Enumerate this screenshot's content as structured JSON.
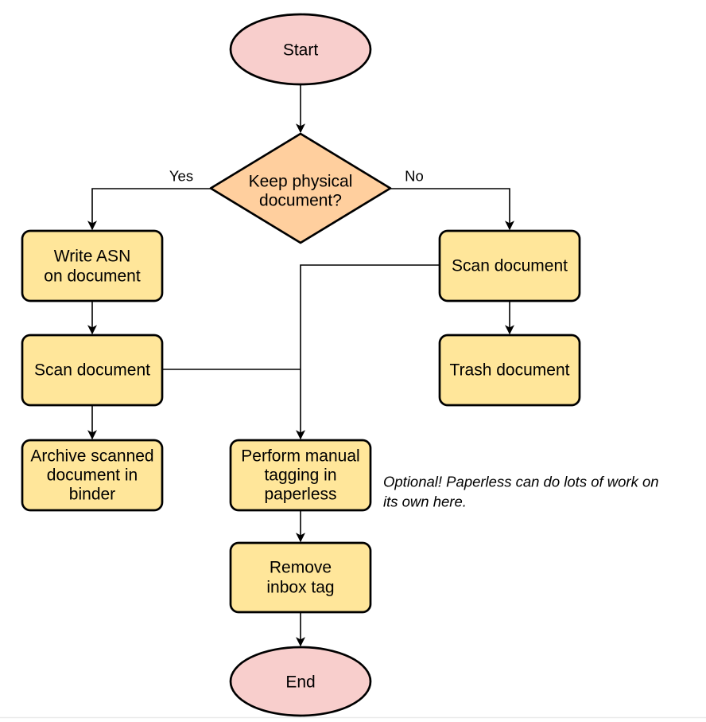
{
  "palette": {
    "terminator_fill": "#f8cecc",
    "decision_fill": "#ffcf9e",
    "process_fill": "#ffe69a",
    "stroke": "#000000",
    "divider": "#e9e9e9"
  },
  "nodes": {
    "start": {
      "type": "terminator",
      "lines": [
        "Start"
      ]
    },
    "decision": {
      "type": "decision",
      "lines": [
        "Keep physical",
        "document?"
      ]
    },
    "write_asn": {
      "type": "process",
      "lines": [
        "Write ASN",
        "on document"
      ]
    },
    "scan_left": {
      "type": "process",
      "lines": [
        "Scan document"
      ]
    },
    "archive": {
      "type": "process",
      "lines": [
        "Archive scanned",
        "document in",
        "binder"
      ]
    },
    "scan_right": {
      "type": "process",
      "lines": [
        "Scan document"
      ]
    },
    "trash": {
      "type": "process",
      "lines": [
        "Trash document"
      ]
    },
    "tagging": {
      "type": "process",
      "lines": [
        "Perform manual",
        "tagging in",
        "paperless"
      ]
    },
    "remove_inbox": {
      "type": "process",
      "lines": [
        "Remove",
        "inbox tag"
      ]
    },
    "end": {
      "type": "terminator",
      "lines": [
        "End"
      ]
    }
  },
  "edge_labels": {
    "yes": "Yes",
    "no": "No"
  },
  "annotation": {
    "lines": [
      "Optional! Paperless can do lots of work on",
      "its own here."
    ]
  }
}
